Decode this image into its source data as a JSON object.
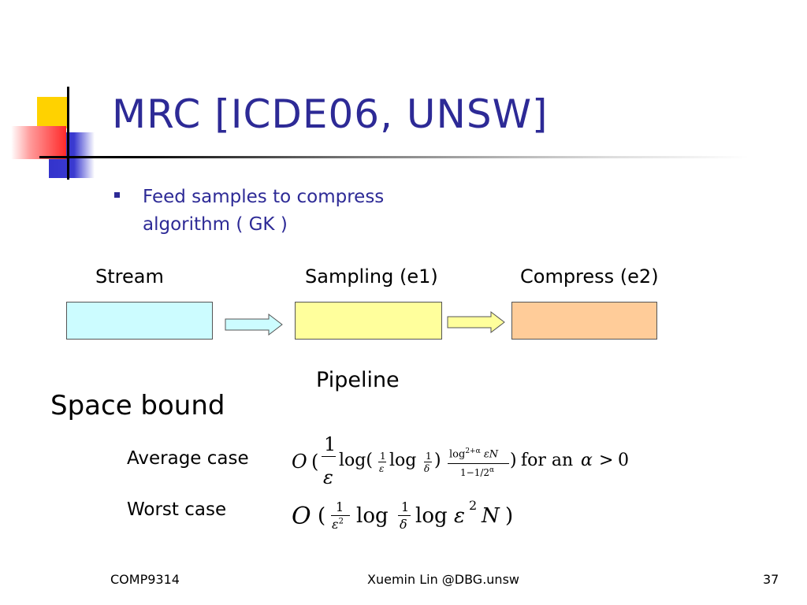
{
  "slide": {
    "title": "MRC [ICDE06, UNSW]",
    "bullets": [
      {
        "text": "Feed samples to compress algorithm ( GK )"
      }
    ],
    "pipeline": {
      "stages": [
        {
          "label": "Stream",
          "color": "#ccfcff"
        },
        {
          "label": "Sampling (e1)",
          "color": "#ffff9c"
        },
        {
          "label": "Compress (e2)",
          "color": "#ffcc99"
        }
      ],
      "caption": "Pipeline",
      "arrow_colors": [
        "#ccfcff",
        "#ffff9c"
      ]
    },
    "space_bound": {
      "heading": "Space bound",
      "average_case_label": "Average case",
      "worst_case_label": "Worst case",
      "average_formula": {
        "O": "O",
        "open": "(",
        "one": "1",
        "eps": "ε",
        "log1": "log(",
        "one_small": "1",
        "eps_small": "ε",
        "log2": "log",
        "delta_small": "δ",
        "close_inner": ")",
        "num_log": "log",
        "num_exp": "2+α",
        "num_arg": "εN",
        "den_text": "1−1/2",
        "den_exp": "α",
        "close": ")",
        "tail": "for an",
        "alpha": "α",
        "gt": ">",
        "zero": "0"
      },
      "worst_formula": {
        "O": "O",
        "open": "(",
        "one": "1",
        "eps": "ε",
        "exp2": "2",
        "log1": "log",
        "one_b": "1",
        "delta": "δ",
        "log2": "log",
        "eps_b": "ε",
        "exp2b": "2",
        "N": "N",
        "close": ")"
      }
    }
  },
  "footer": {
    "left": "COMP9314",
    "center": "Xuemin Lin @DBG.unsw",
    "page": "37"
  }
}
